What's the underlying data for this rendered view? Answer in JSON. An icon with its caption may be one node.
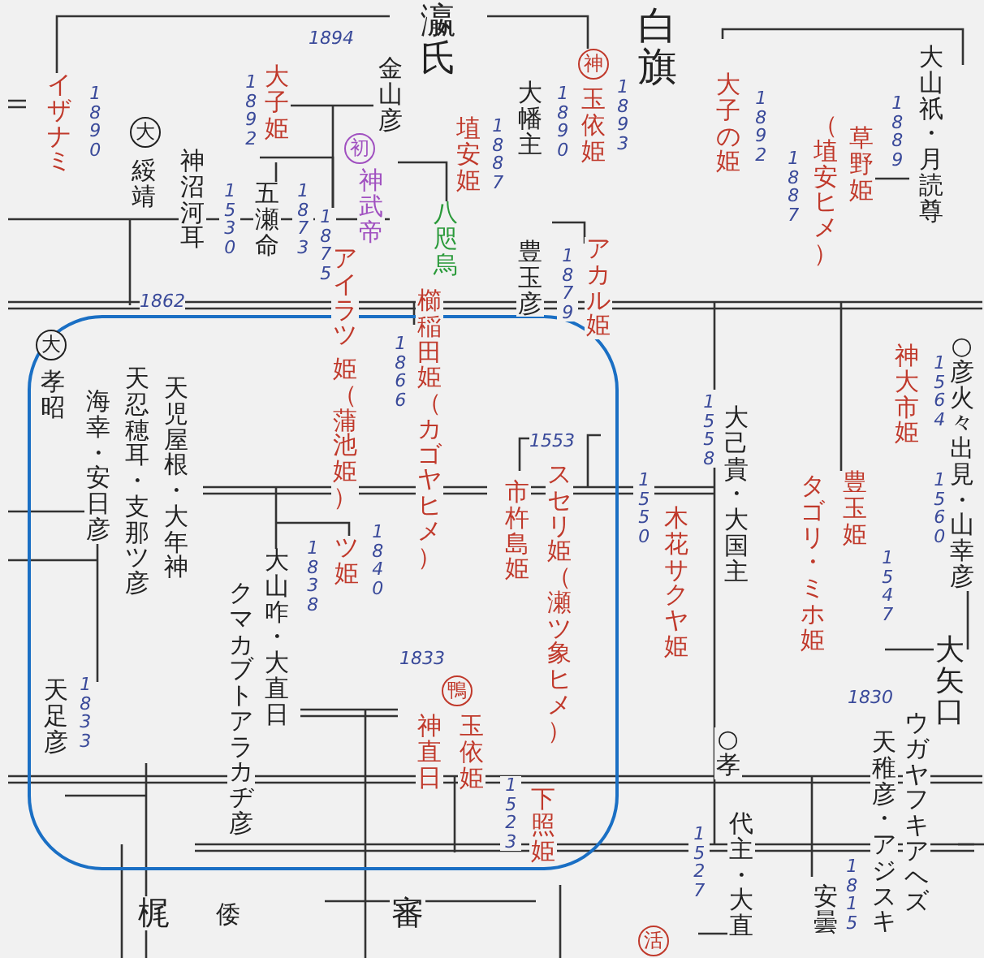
{
  "diagram": {
    "labels": [
      "1894",
      "瀛氏",
      "金山彦",
      "白旗",
      "イザナミ",
      "1890",
      "大",
      "綏靖",
      "神沼河耳",
      "1530",
      "1892",
      "大子姫",
      "五瀬命",
      "1873",
      "1875",
      "アイラツ",
      "初",
      "神武帝",
      "埴安姫",
      "1887",
      "八咫烏",
      "大幡主",
      "1890",
      "神",
      "玉依姫",
      "1893",
      "豊玉彦",
      "1879",
      "アカル姫",
      "櫛稲田姫（カゴヤヒメ）",
      "1866",
      "姫（蒲池姫）",
      "1862",
      "大",
      "孝昭",
      "海幸・安日彦",
      "天忍穂耳・支那ツ彦",
      "天児屋根・大年神",
      "1553",
      "スセリ姫（瀬ツ象ヒメ）",
      "市杵島姫",
      "1550",
      "木花サクヤ姫",
      "1558",
      "大己貴・大国主",
      "タゴリ・ミホ姫",
      "豊玉姫",
      "1547",
      "神大市姫",
      "1564",
      "大山祇・月読尊",
      "1889",
      "大子の姫",
      "1892",
      "草野姫",
      "（埴安ヒメ）",
      "1887",
      "○彦火々出見・山幸彦",
      "1560",
      "1840",
      "ツ姫",
      "1838",
      "大山咋・大直日",
      "クマカブトアラカヂ彦",
      "天足彦",
      "1833",
      "1833",
      "鴨",
      "神直日",
      "玉依姫",
      "1523",
      "下照姫",
      "○孝",
      "1527",
      "代主・大直",
      "1830",
      "大矢口",
      "天稚彦・アジスキ",
      "ウガヤフキアヘズ",
      "安曇",
      "1815",
      "梶",
      "倭",
      "審",
      "活"
    ]
  }
}
